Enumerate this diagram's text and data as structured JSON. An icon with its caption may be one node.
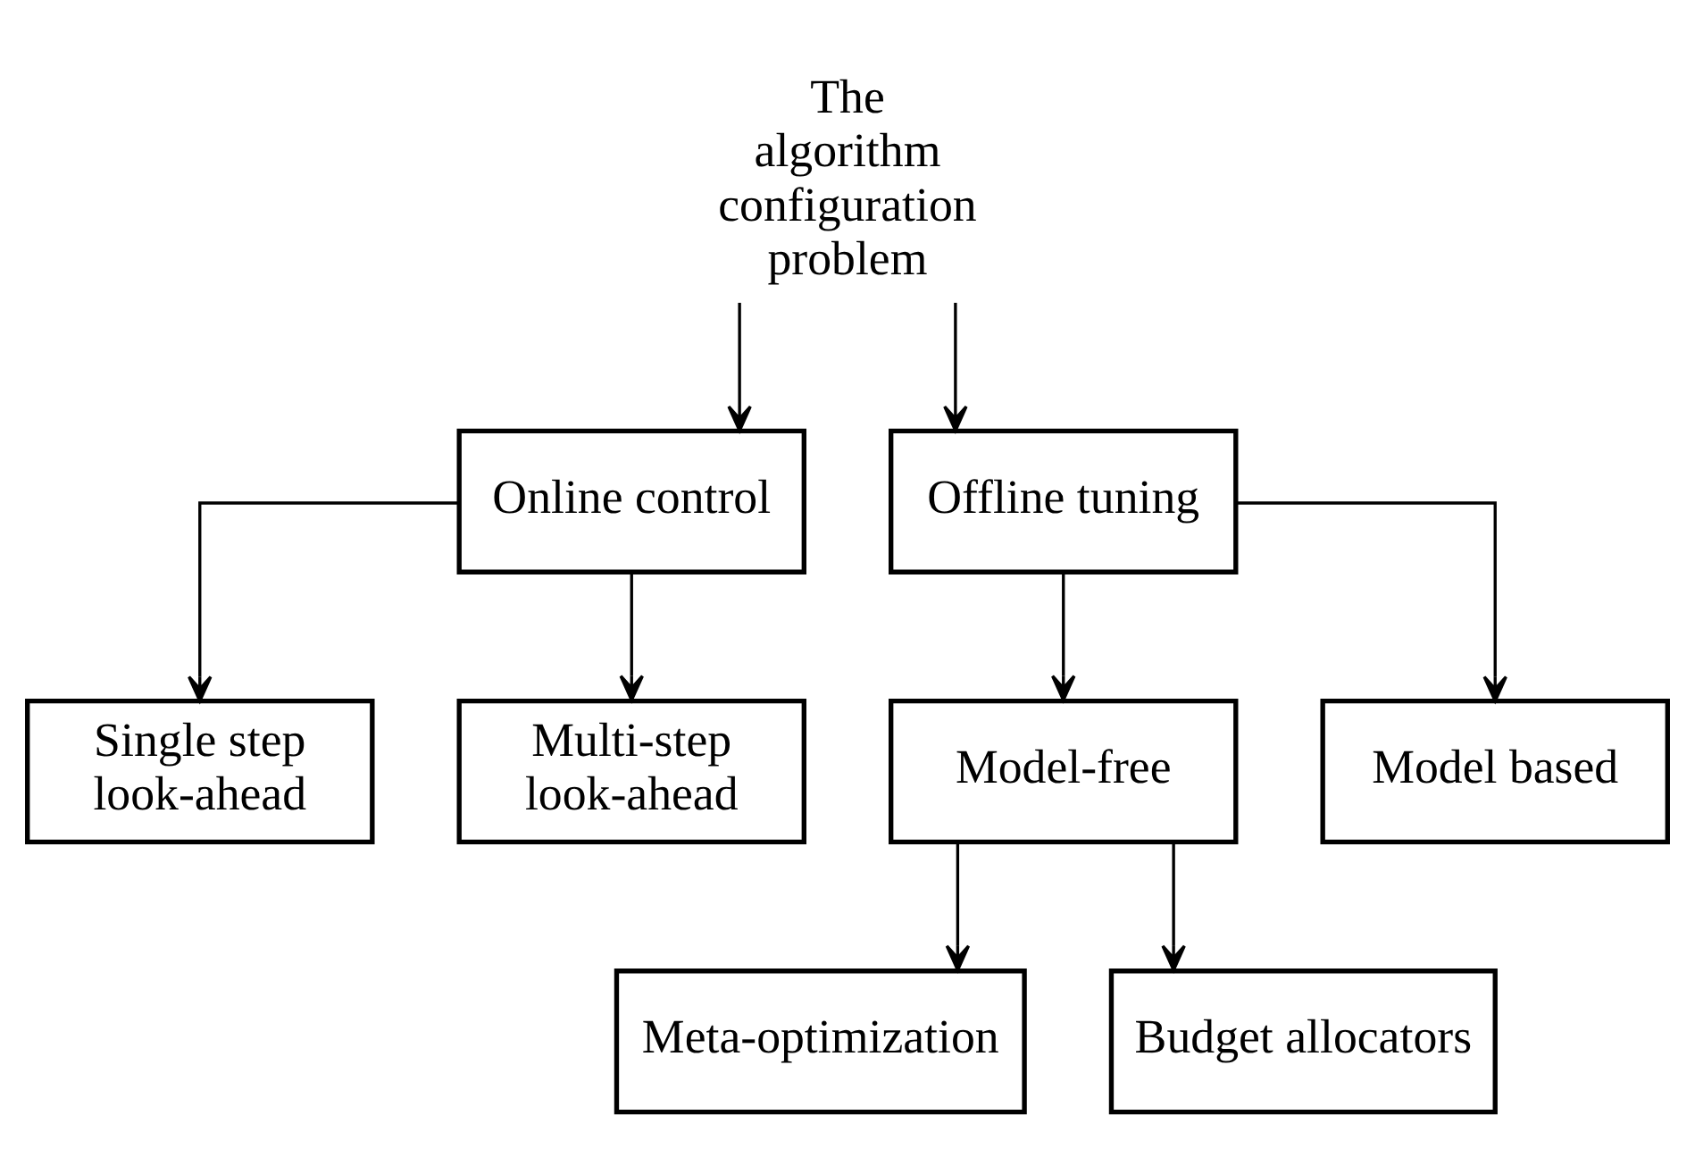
{
  "diagram": {
    "nodes": [
      {
        "text": [
          "The algorithm configuration problem"
        ]
      },
      {
        "text": [
          "Online control"
        ]
      },
      {
        "text": [
          "Offline tuning"
        ]
      },
      {
        "text": [
          "Single step look-ahead"
        ]
      },
      {
        "text": [
          "Multi-step look-ahead"
        ]
      },
      {
        "text": [
          "Model-free"
        ]
      },
      {
        "text": [
          "Model based"
        ]
      },
      {
        "text": [
          "Meta-optimization"
        ]
      },
      {
        "text": [
          "Budget allocators"
        ]
      }
    ],
    "edges": [
      {
        "from": 0,
        "to": 1,
        "arrow": "to"
      },
      {
        "from": 0,
        "to": 2,
        "arrow": "to"
      },
      {
        "from": 1,
        "to": 3,
        "arrow": "to"
      },
      {
        "from": 1,
        "to": 4,
        "arrow": "to"
      },
      {
        "from": 2,
        "to": 5,
        "arrow": "to"
      },
      {
        "from": 2,
        "to": 6,
        "arrow": "to"
      },
      {
        "from": 5,
        "to": 7,
        "arrow": "to"
      },
      {
        "from": 5,
        "to": 8,
        "arrow": "to"
      }
    ]
  }
}
